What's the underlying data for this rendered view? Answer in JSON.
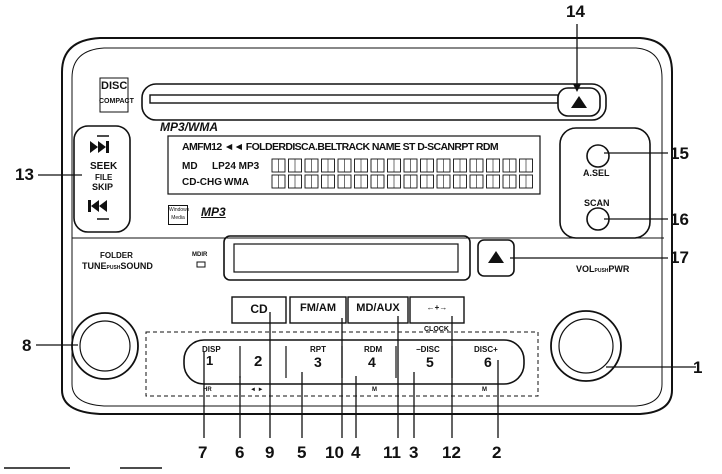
{
  "logos": {
    "disc_logo_main": "DISC",
    "disc_logo_sub": "COMPACT",
    "format_label": "MP3/WMA",
    "wma_logo_top": "Windows",
    "wma_logo_bottom": "Media",
    "mp3_logo": "MP3"
  },
  "display": {
    "row1": "AMFM12 ◄◄ FOLDERDISCA.BELTRACK NAME ST D-SCANRPT RDM",
    "row2_a": "MD",
    "row2_b": "LP24 MP3",
    "row3_a": "CD-CHG",
    "row3_b": "WMA"
  },
  "left_controls": {
    "seek_label": "SEEK",
    "file_label": "FILE",
    "skip_label": "SKIP",
    "folder_label": "FOLDER",
    "tune_label": "TUNE",
    "push_label": "PUSH",
    "sound_label": "SOUND",
    "mdir_label": "MDIR"
  },
  "right_controls": {
    "asel_label": "A.SEL",
    "scan_label": "SCAN",
    "vol_label": "VOL",
    "pwr_push": "PUSH",
    "pwr_label": "PWR"
  },
  "source_buttons": [
    {
      "label": "CD"
    },
    {
      "label": "FM/AM"
    },
    {
      "label": "MD/AUX"
    },
    {
      "label": "←+→"
    }
  ],
  "clock_label": "CLOCK",
  "preset_buttons": [
    {
      "top": "DISP",
      "big": "1"
    },
    {
      "top": "",
      "big": "2"
    },
    {
      "top": "RPT",
      "big": "3"
    },
    {
      "top": "RDM",
      "big": "4"
    },
    {
      "top": "−DISC",
      "big": "5"
    },
    {
      "top": "DISC+",
      "big": "6"
    }
  ],
  "preset_sublabels": [
    "HR",
    "◄ ►",
    "M",
    "M"
  ],
  "callouts": [
    "1",
    "2",
    "3",
    "4",
    "5",
    "6",
    "7",
    "8",
    "9",
    "10",
    "11",
    "12",
    "13",
    "14",
    "15",
    "16",
    "17"
  ]
}
